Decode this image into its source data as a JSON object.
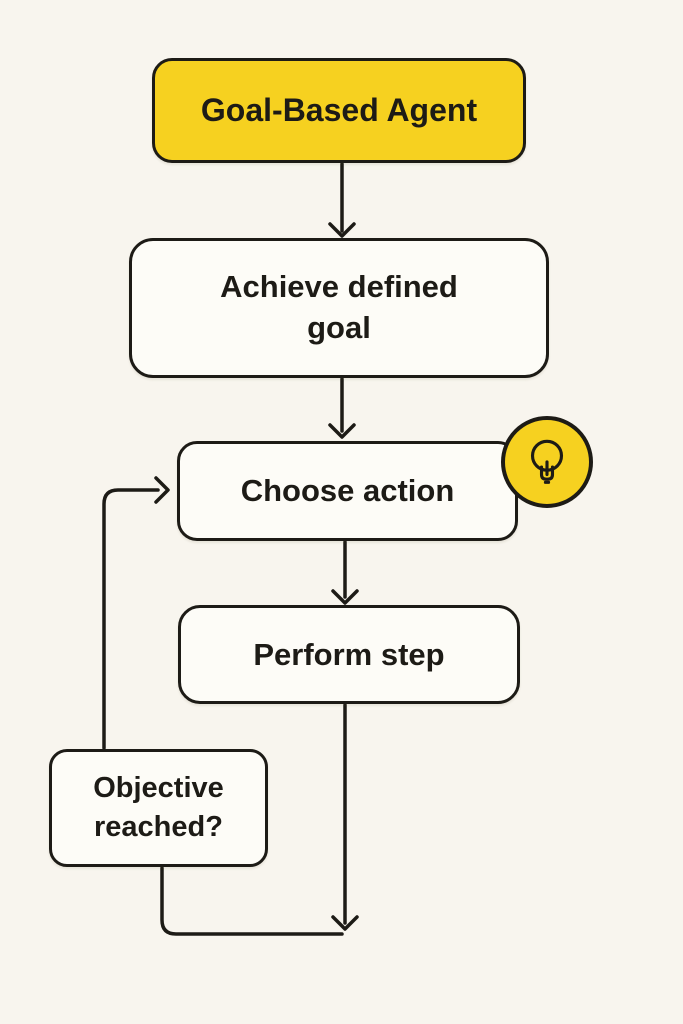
{
  "diagram": {
    "title": "Goal-Based Agent flowchart",
    "palette": {
      "background": "#f8f5ee",
      "node_fill": "#fdfcf7",
      "stroke": "#1d1b16",
      "accent_yellow": "#f6d120",
      "text": "#1d1b16"
    },
    "nodes": {
      "goal": {
        "label": "Goal-Based Agent",
        "style": "yellow-start"
      },
      "achieve": {
        "label": "Achieve defined goal",
        "style": "process"
      },
      "choose": {
        "label": "Choose action",
        "style": "process",
        "badge_icon": "lightbulb-icon"
      },
      "perform": {
        "label": "Perform step",
        "style": "process"
      },
      "objective": {
        "label": "Objective reached?",
        "style": "process"
      }
    },
    "edges": [
      {
        "from": "goal",
        "to": "achieve",
        "shape": "straight-down-arrow"
      },
      {
        "from": "achieve",
        "to": "choose",
        "shape": "straight-down-arrow"
      },
      {
        "from": "choose",
        "to": "perform",
        "shape": "straight-down-arrow"
      },
      {
        "from": "perform",
        "to": "merge-point",
        "shape": "long-down-arrow"
      },
      {
        "from": "objective",
        "to": "choose",
        "shape": "loop-up-right-arrow"
      },
      {
        "from": "objective",
        "to": "merge-point",
        "shape": "down-then-right-line"
      }
    ]
  }
}
